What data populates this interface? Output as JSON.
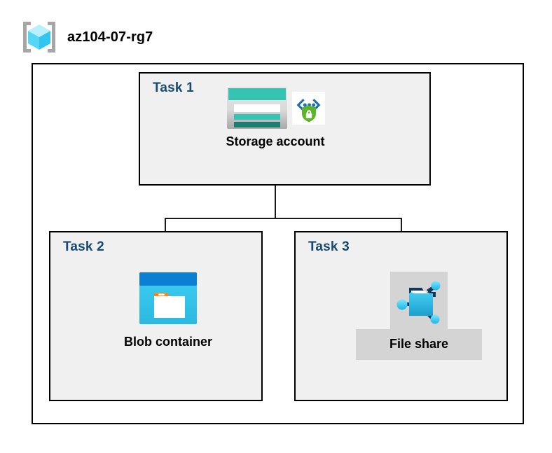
{
  "header": {
    "resource_group_name": "az104-07-rg7",
    "icon": "resource-group-icon"
  },
  "diagram": {
    "type": "azure-architecture",
    "container_label": "az104-07-rg7",
    "tasks": [
      {
        "id": "task-1",
        "label": "Task 1",
        "node_caption": "Storage account",
        "icons": [
          "storage-account-icon",
          "managed-identity-shield-icon"
        ]
      },
      {
        "id": "task-2",
        "label": "Task 2",
        "node_caption": "Blob container",
        "icons": [
          "blob-container-icon"
        ]
      },
      {
        "id": "task-3",
        "label": "Task 3",
        "node_caption": "File share",
        "icons": [
          "file-share-icon"
        ]
      }
    ],
    "connections": [
      {
        "from": "Storage account",
        "to": "Blob container"
      },
      {
        "from": "Storage account",
        "to": "File share"
      }
    ]
  },
  "colors": {
    "task_label": "#174a73",
    "task_box_fill": "#f0f0f0",
    "outer_box_fill": "#ffffff",
    "border": "#000000",
    "storage_teal": "#32c1ae",
    "storage_teal_dark": "#1d7d71",
    "blob_blue": "#0a7fd4",
    "blob_cyan": "#32c8f0",
    "blob_orange": "#f28c28",
    "fileshare_plate": "#d4d4d4",
    "shield_green": "#5bb526",
    "bracket_blue": "#1a6fb5",
    "cube_cyan": "#7fe3f9"
  }
}
